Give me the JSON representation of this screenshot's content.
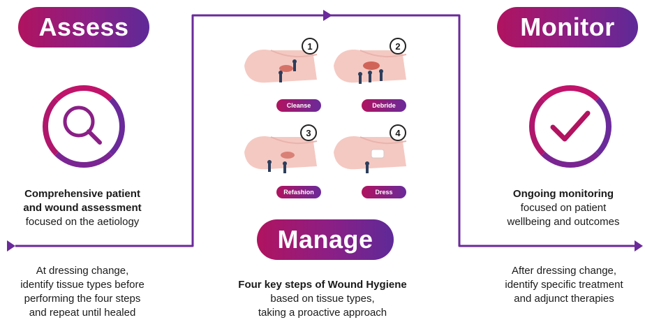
{
  "stages": {
    "assess": "Assess",
    "manage": "Manage",
    "monitor": "Monitor"
  },
  "assess_text": {
    "bold_line1": "Comprehensive patient",
    "bold_line2": "and wound assessment",
    "line3": "focused on the aetiology"
  },
  "monitor_text": {
    "bold_line1": "Ongoing monitoring",
    "line2": "focused on patient",
    "line3": "wellbeing and outcomes"
  },
  "bottom_left": [
    "At dressing change,",
    "identify tissue types before",
    "performing the four steps",
    "and repeat until healed"
  ],
  "bottom_center": {
    "bold": "Four key steps of Wound Hygiene",
    "line2": "based on tissue types,",
    "line3": "taking a proactive approach"
  },
  "bottom_right": [
    "After dressing change,",
    "identify specific treatment",
    "and adjunct therapies"
  ],
  "steps": [
    {
      "num": "1",
      "label": "Cleanse"
    },
    {
      "num": "2",
      "label": "Debride"
    },
    {
      "num": "3",
      "label": "Refashion"
    },
    {
      "num": "4",
      "label": "Dress"
    }
  ],
  "icons": {
    "assess": "magnifier-icon",
    "monitor": "checkmark-icon"
  },
  "colors": {
    "magenta": "#b0135f",
    "purple": "#6a2a9a",
    "skin": "#f4c9c2"
  }
}
